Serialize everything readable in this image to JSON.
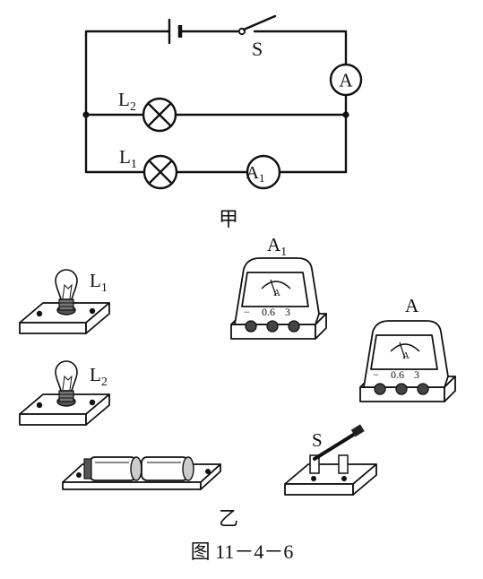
{
  "diagram": {
    "circuit_caption": "甲",
    "devices_caption": "乙",
    "figure_caption": "图 11－4－6",
    "circuit": {
      "switch_label": "S",
      "ammeter_main_label": "A",
      "ammeter_branch_label": "A",
      "ammeter_branch_sub": "1",
      "lamp1_label": "L",
      "lamp1_sub": "1",
      "lamp2_label": "L",
      "lamp2_sub": "2"
    },
    "devices": {
      "lamp1_label": "L",
      "lamp1_sub": "1",
      "lamp2_label": "L",
      "lamp2_sub": "2",
      "ammeter1_label": "A",
      "ammeter1_sub": "1",
      "ammeter2_label": "A",
      "switch_label": "S",
      "meter_dial_letter": "A",
      "terminal_minus": "−",
      "terminal_mid": "0.6",
      "terminal_max": "3"
    }
  }
}
